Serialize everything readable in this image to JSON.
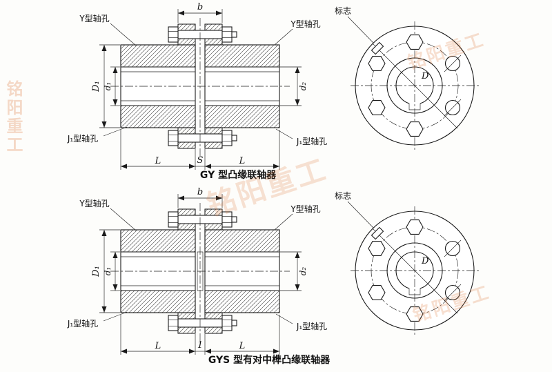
{
  "colors": {
    "line": "#1b1b1b",
    "background": "#fdfdfb",
    "watermark": "#e07b3f"
  },
  "watermark": {
    "text": "铭阳重工"
  },
  "gy": {
    "caption": "GY 型凸缘联轴器",
    "labels": {
      "b": "b",
      "y_left": "Y型轴孔",
      "y_right": "Y型轴孔",
      "j1_left": "J₁型轴孔",
      "j1_right": "J₁型轴孔",
      "D1": "D₁",
      "d1": "d₁",
      "d2": "d₂",
      "l_left": "L",
      "s": "S",
      "l_right": "L",
      "D": "D",
      "mark": "标志"
    }
  },
  "gys": {
    "caption": "GYS 型有对中榫凸缘联轴器",
    "labels": {
      "b": "b",
      "y_left": "Y型轴孔",
      "y_right": "Y型轴孔",
      "j1_left": "J₁型轴孔",
      "j1_right": "J₁型轴孔",
      "D1": "D₁",
      "d1": "d₁",
      "d2": "d₂",
      "l_left": "L",
      "s": "1",
      "l_right": "L",
      "D": "D",
      "mark": "标志"
    }
  }
}
